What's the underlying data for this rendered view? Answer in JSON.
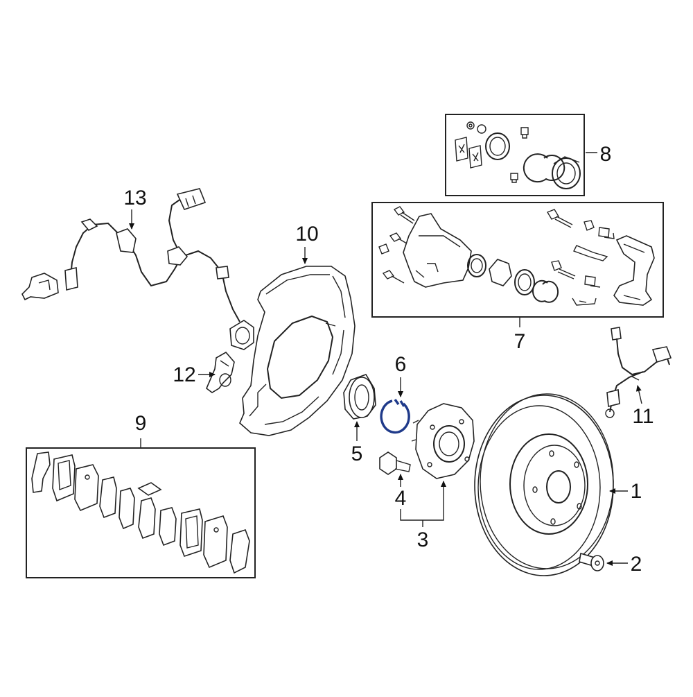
{
  "diagram": {
    "callouts": {
      "c1": "1",
      "c2": "2",
      "c3": "3",
      "c4": "4",
      "c5": "5",
      "c6": "6",
      "c7": "7",
      "c8": "8",
      "c9": "9",
      "c10": "10",
      "c11": "11",
      "c12": "12",
      "c13": "13"
    },
    "highlight_color": "#1f3a8a"
  }
}
